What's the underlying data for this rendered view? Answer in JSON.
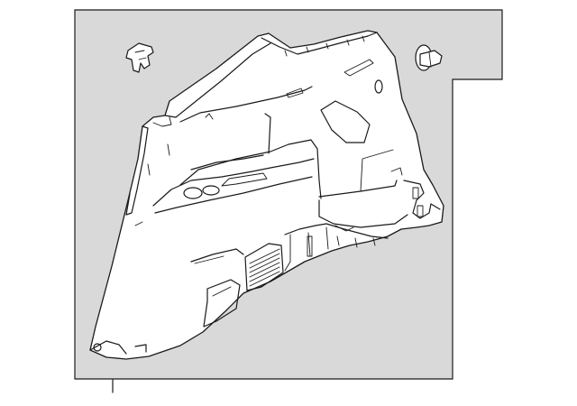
{
  "diagram": {
    "type": "exploded-parts-illustration",
    "part": "quarter-trim-panel",
    "fasteners": [
      "push-clip",
      "retainer-clip"
    ],
    "background": "#d9d9d9",
    "line_color": "#1a1a1a",
    "panel_color": "#ffffff"
  }
}
